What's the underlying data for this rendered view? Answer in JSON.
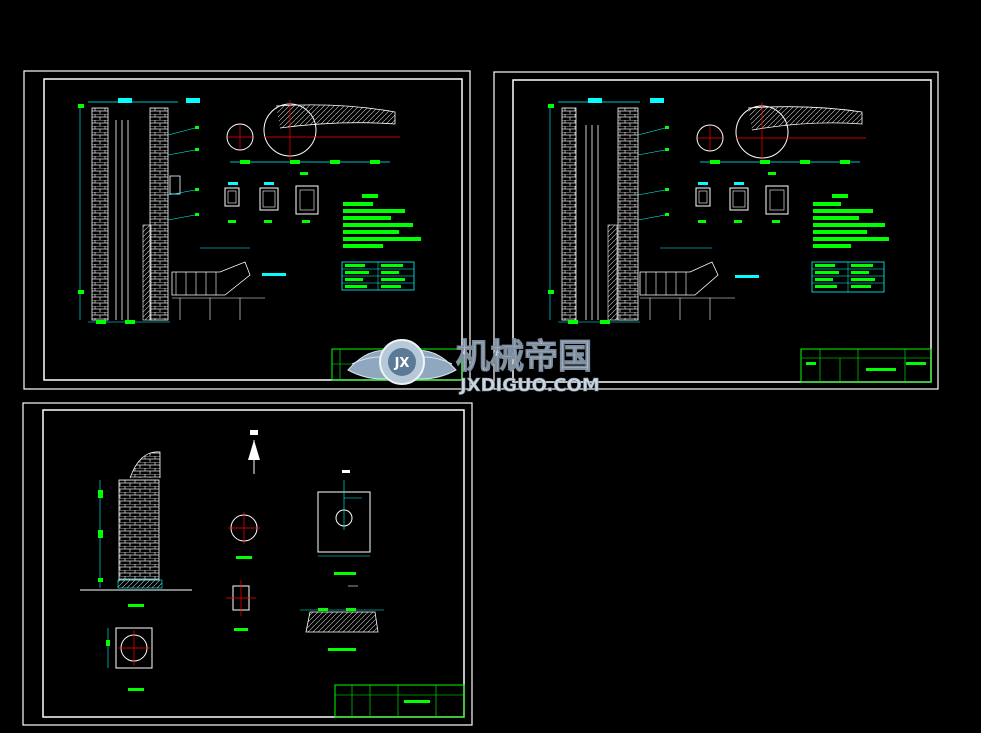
{
  "watermark": {
    "chinese": "机械帝国",
    "latin": "JXDIGUO.COM",
    "badge": "JX"
  },
  "sheets": [
    {
      "id": "sheet-1",
      "has_elevation": true
    },
    {
      "id": "sheet-2",
      "has_elevation": true
    },
    {
      "id": "sheet-3",
      "has_elevation": false
    }
  ],
  "colors": {
    "background": "#000000",
    "frame": "#ffffff",
    "annotation": "#00ff00",
    "dimension": "#00ffff",
    "centerline": "#ff0000",
    "highlight": "#ffff00"
  }
}
